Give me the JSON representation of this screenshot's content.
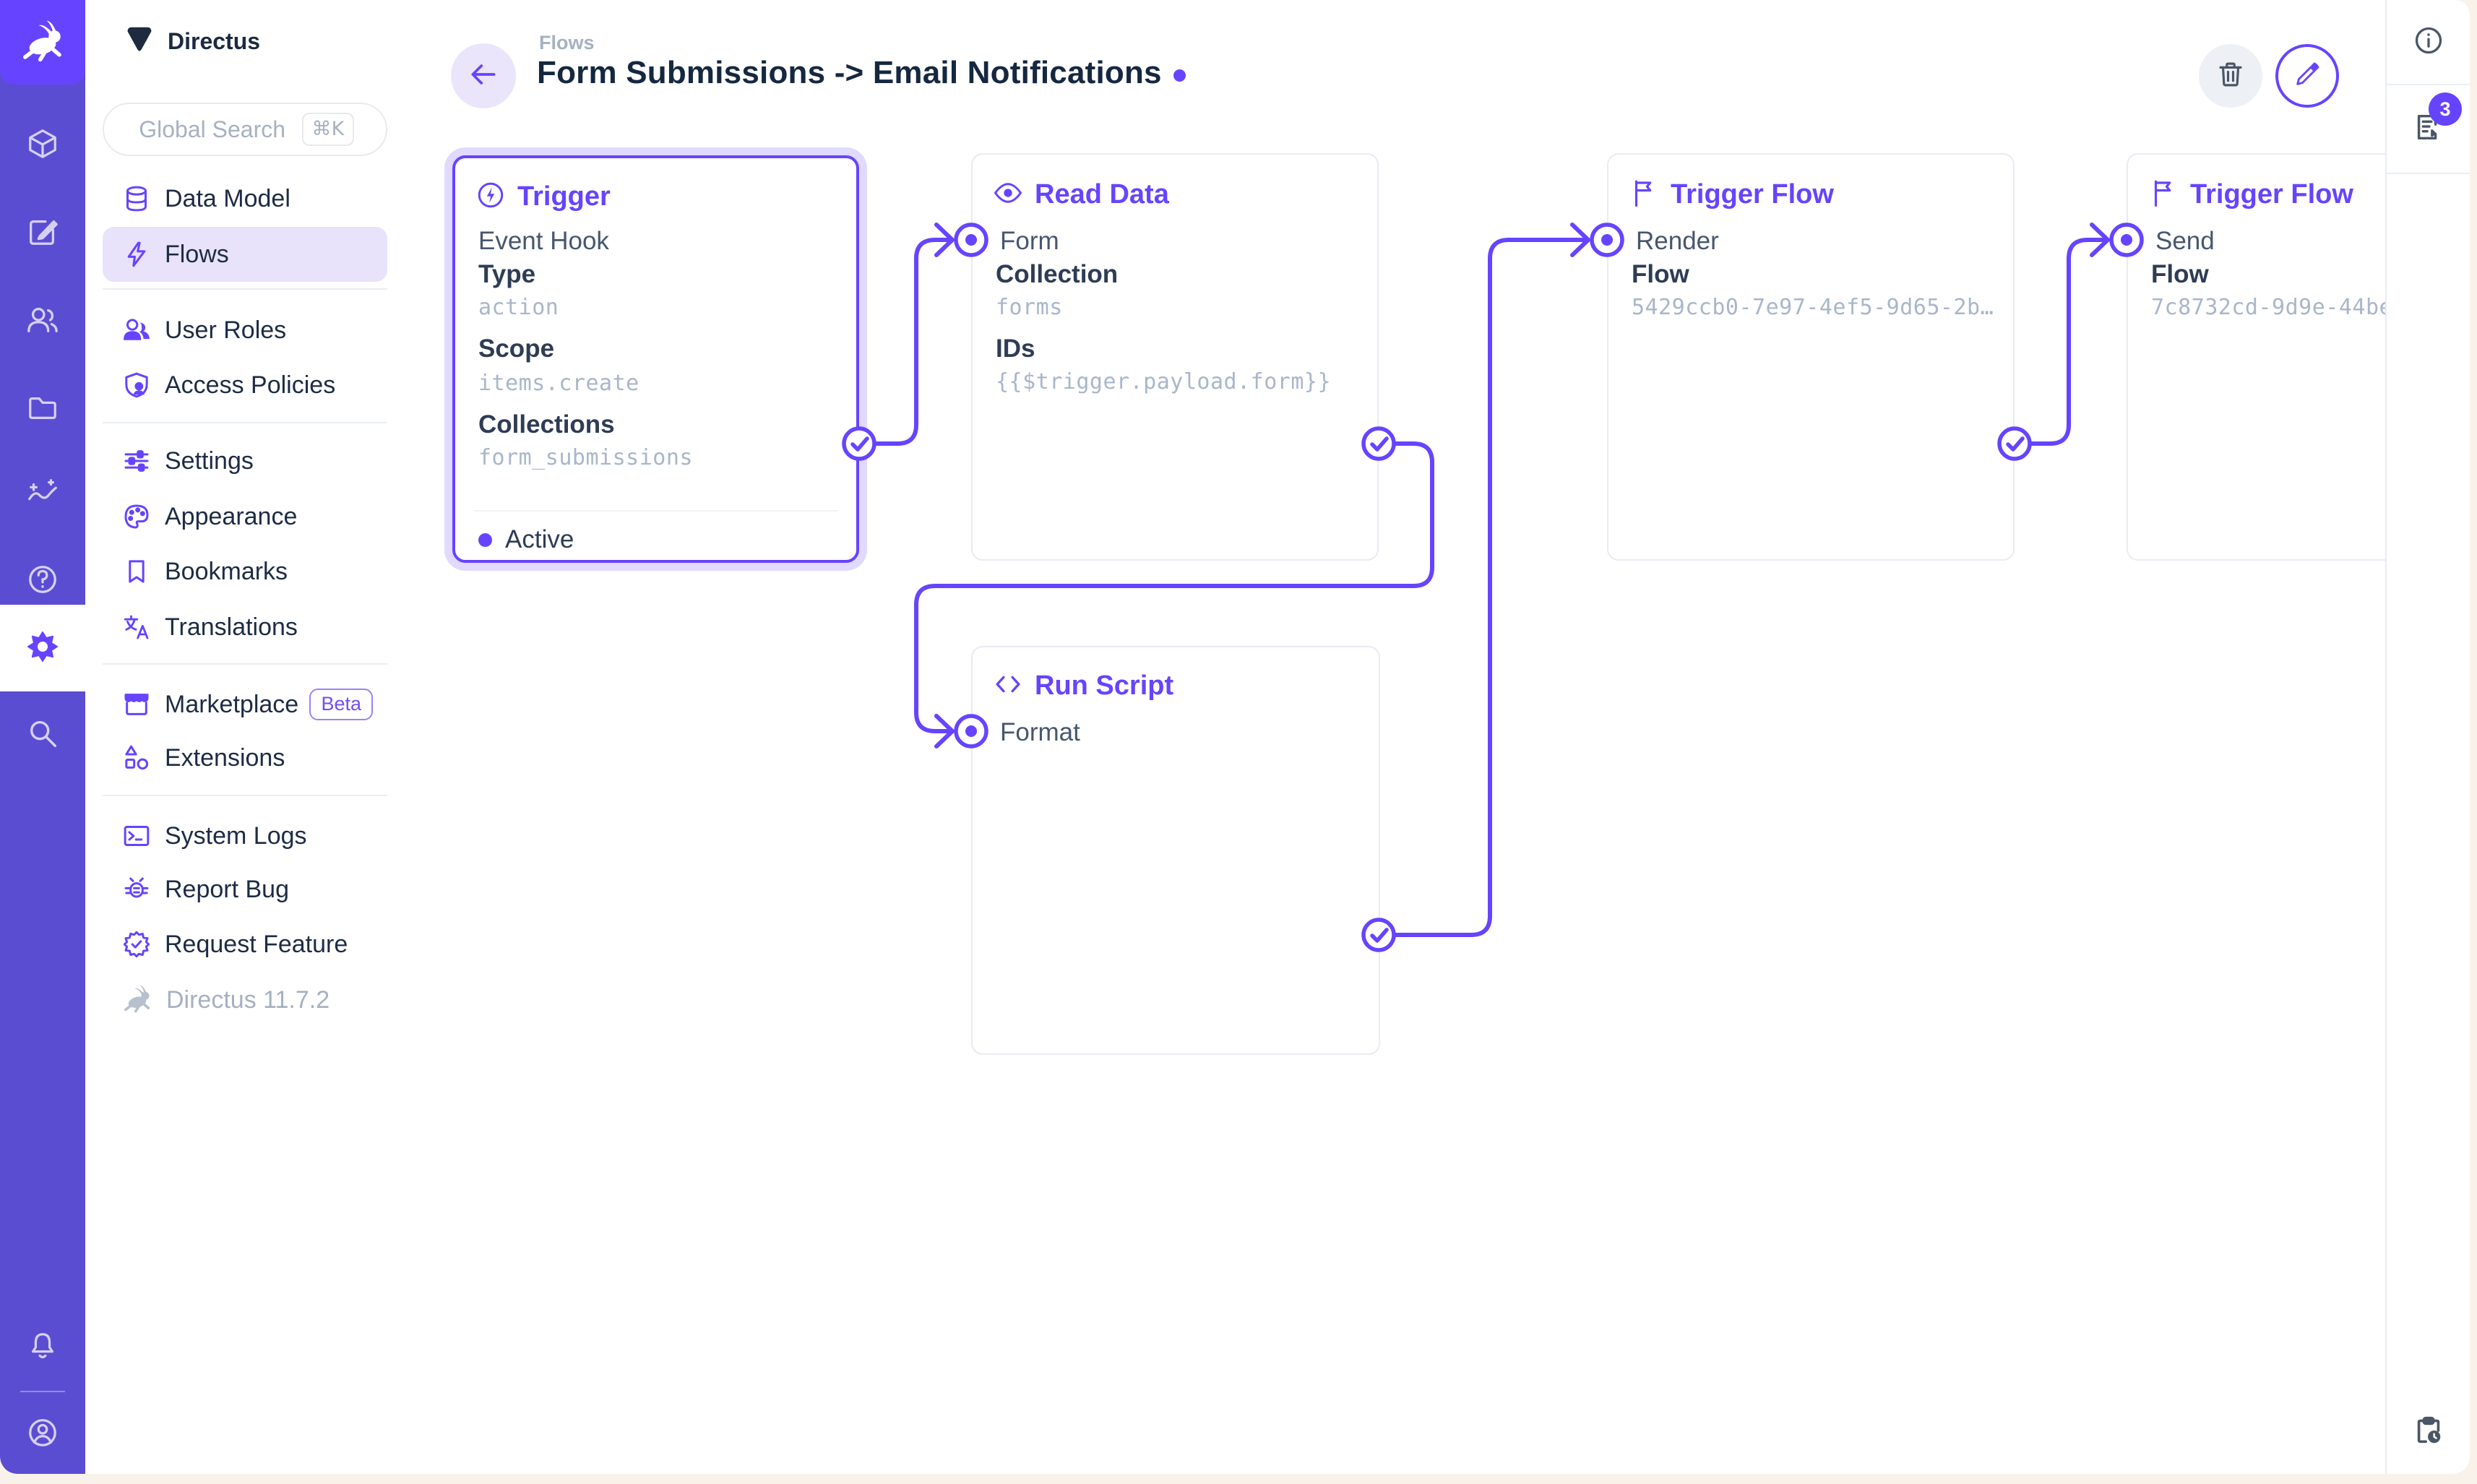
{
  "app": {
    "project_name": "Directus",
    "version": "Directus 11.7.2"
  },
  "colors": {
    "accent": "#6644FF",
    "module_bar": "#5B4DD2",
    "logo_tile": "#6644FF",
    "page_background": "#F8F2EB",
    "active_nav_pill": "#E8E2FB"
  },
  "sidebar": {
    "search": {
      "placeholder": "Global Search",
      "shortcut": "⌘K"
    },
    "items": [
      {
        "label": "Data Model"
      },
      {
        "label": "Flows",
        "active": true
      },
      {
        "label": "User Roles"
      },
      {
        "label": "Access Policies"
      },
      {
        "label": "Settings"
      },
      {
        "label": "Appearance"
      },
      {
        "label": "Bookmarks"
      },
      {
        "label": "Translations"
      },
      {
        "label": "Marketplace",
        "badge": "Beta"
      },
      {
        "label": "Extensions"
      },
      {
        "label": "System Logs"
      },
      {
        "label": "Report Bug"
      },
      {
        "label": "Request Feature"
      }
    ],
    "version": "Directus 11.7.2"
  },
  "header": {
    "breadcrumb": "Flows",
    "title": "Form Submissions -> Email Notifications"
  },
  "cards": {
    "trigger": {
      "title": "Trigger",
      "subtitle": "Event Hook",
      "fields": [
        {
          "label": "Type",
          "value": "action"
        },
        {
          "label": "Scope",
          "value": "items.create"
        },
        {
          "label": "Collections",
          "value": "form_submissions"
        }
      ],
      "status": "Active"
    },
    "read_data": {
      "title": "Read Data",
      "input_label": "Form",
      "fields": [
        {
          "label": "Collection",
          "value": "forms"
        },
        {
          "label": "IDs",
          "value": "{{$trigger.payload.form}}"
        }
      ]
    },
    "run_script": {
      "title": "Run Script",
      "input_label": "Format"
    },
    "trigger_flow_render": {
      "title": "Trigger Flow",
      "input_label": "Render",
      "fields": [
        {
          "label": "Flow",
          "value": "5429ccb0-7e97-4ef5-9d65-2b…"
        }
      ]
    },
    "trigger_flow_send": {
      "title": "Trigger Flow",
      "input_label": "Send",
      "fields": [
        {
          "label": "Flow",
          "value": "7c8732cd-9d9e-44be"
        }
      ]
    }
  },
  "right_sidebar": {
    "badge_count": "3"
  }
}
